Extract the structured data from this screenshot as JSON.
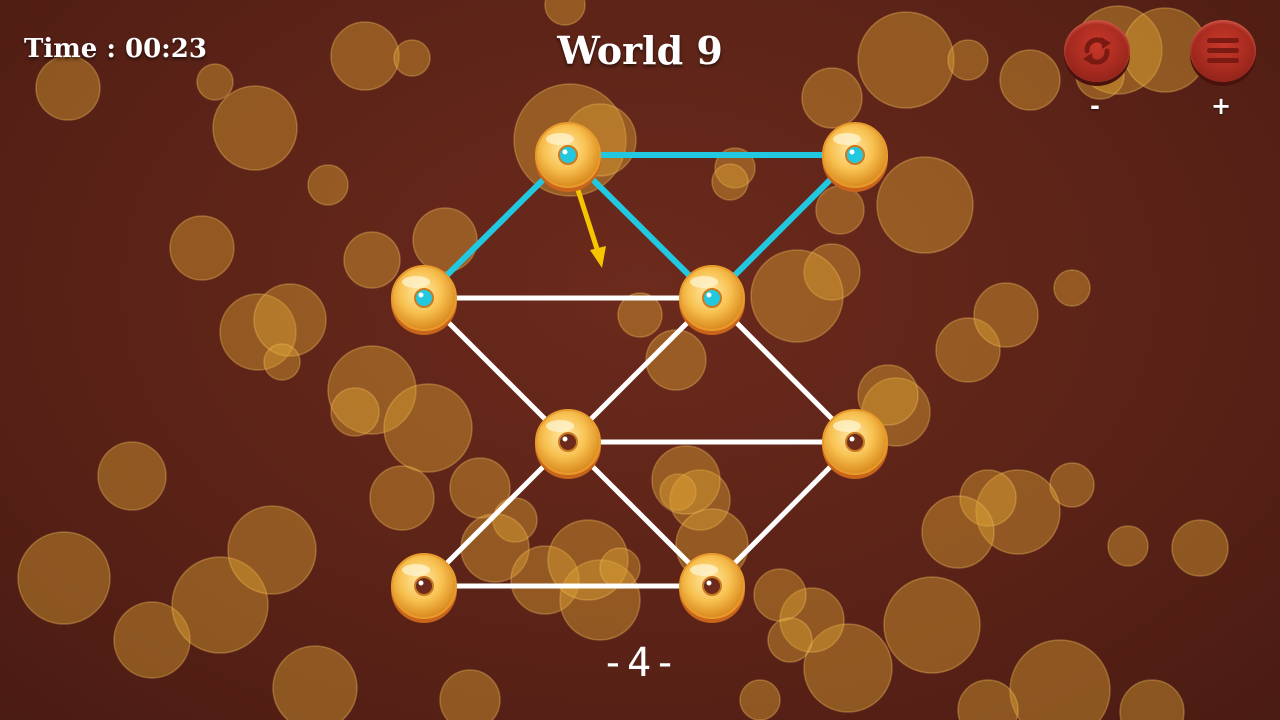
{
  "hud": {
    "timer_text": "Time : 00:23",
    "world_title": "World 9",
    "minus_label": "-",
    "plus_label": "+",
    "moves_text": "-4-"
  },
  "icons": {
    "restart": "restart-arrows-icon",
    "menu": "menu-lines-icon"
  },
  "colors": {
    "background": "#5a2217",
    "drawn_edge": "#22c8e0",
    "undrawn_edge": "#ffffff",
    "hint_arrow": "#f5c500",
    "donut": "#f8c252",
    "bokeh": "#e0a535"
  },
  "puzzle": {
    "nodes": [
      "n1",
      "n2",
      "n3",
      "n4",
      "n5",
      "n6",
      "n7",
      "n8"
    ],
    "edges_drawn": [
      [
        "n1",
        "n2"
      ],
      [
        "n1",
        "n3"
      ],
      [
        "n1",
        "n4"
      ],
      [
        "n2",
        "n4"
      ]
    ],
    "edges_remaining": [
      [
        "n3",
        "n4"
      ],
      [
        "n3",
        "n5"
      ],
      [
        "n4",
        "n5"
      ],
      [
        "n4",
        "n6"
      ],
      [
        "n5",
        "n6"
      ],
      [
        "n5",
        "n7"
      ],
      [
        "n5",
        "n8"
      ],
      [
        "n6",
        "n8"
      ],
      [
        "n7",
        "n8"
      ]
    ],
    "active_node": "n1"
  }
}
